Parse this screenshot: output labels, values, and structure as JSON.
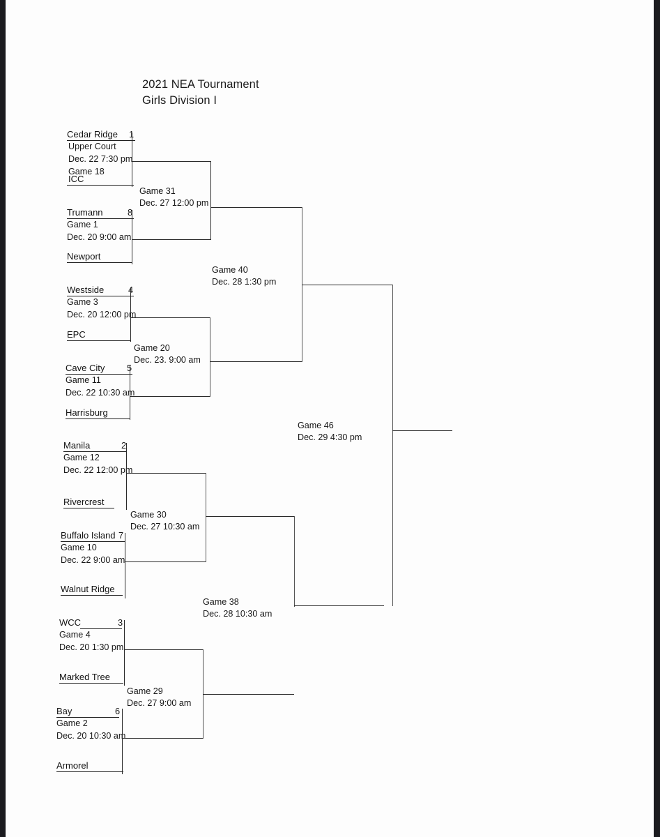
{
  "header": {
    "title_line_1": "2021 NEA Tournament",
    "title_line_2": "Girls Division I"
  },
  "bracket": {
    "name": "2021 NEA Tournament Girls Division I",
    "rounds": [
      {
        "round": 1,
        "matchups": [
          {
            "top_team": "Cedar Ridge",
            "top_seed": "1",
            "venue": "Upper Court",
            "datetime": "Dec. 22 7:30 pm",
            "game": "Game 18",
            "bottom_team": "ICC"
          },
          {
            "top_team": "Trumann",
            "top_seed": "8",
            "game": "Game 1",
            "datetime": "Dec. 20 9:00 am",
            "bottom_team": "Newport"
          },
          {
            "top_team": "Westside",
            "top_seed": "4",
            "game": "Game 3",
            "datetime": "Dec. 20 12:00 pm",
            "bottom_team": "EPC"
          },
          {
            "top_team": "Cave City",
            "top_seed": "5",
            "game": "Game 11",
            "datetime": "Dec. 22 10:30 am",
            "bottom_team": "Harrisburg"
          },
          {
            "top_team": "Manila",
            "top_seed": "2",
            "game": "Game 12",
            "datetime": "Dec. 22 12:00 pm",
            "bottom_team": "Rivercrest"
          },
          {
            "top_team": "Buffalo Island",
            "top_seed": "7",
            "game": "Game 10",
            "datetime": "Dec. 22 9:00 am",
            "bottom_team": "Walnut Ridge"
          },
          {
            "top_team": "WCC",
            "top_seed": "3",
            "game": "Game 4",
            "datetime": "Dec. 20 1:30 pm",
            "bottom_team": "Marked Tree"
          },
          {
            "top_team": "Bay",
            "top_seed": "6",
            "game": "Game 2",
            "datetime": "Dec. 20 10:30 am",
            "bottom_team": "Armorel"
          }
        ]
      },
      {
        "round": 2,
        "matchups": [
          {
            "game": "Game 31",
            "datetime": "Dec. 27 12:00 pm"
          },
          {
            "game": "Game 20",
            "datetime": "Dec. 23. 9:00 am"
          },
          {
            "game": "Game 30",
            "datetime": "Dec. 27 10:30 am"
          },
          {
            "game": "Game 29",
            "datetime": "Dec. 27 9:00 am"
          }
        ]
      },
      {
        "round": 3,
        "matchups": [
          {
            "game": "Game 40",
            "datetime": "Dec. 28 1:30 pm"
          },
          {
            "game": "Game 38",
            "datetime": "Dec. 28 10:30 am"
          }
        ]
      },
      {
        "round": 4,
        "matchups": [
          {
            "game": "Game 46",
            "datetime": "Dec. 29 4:30 pm"
          }
        ]
      }
    ]
  }
}
